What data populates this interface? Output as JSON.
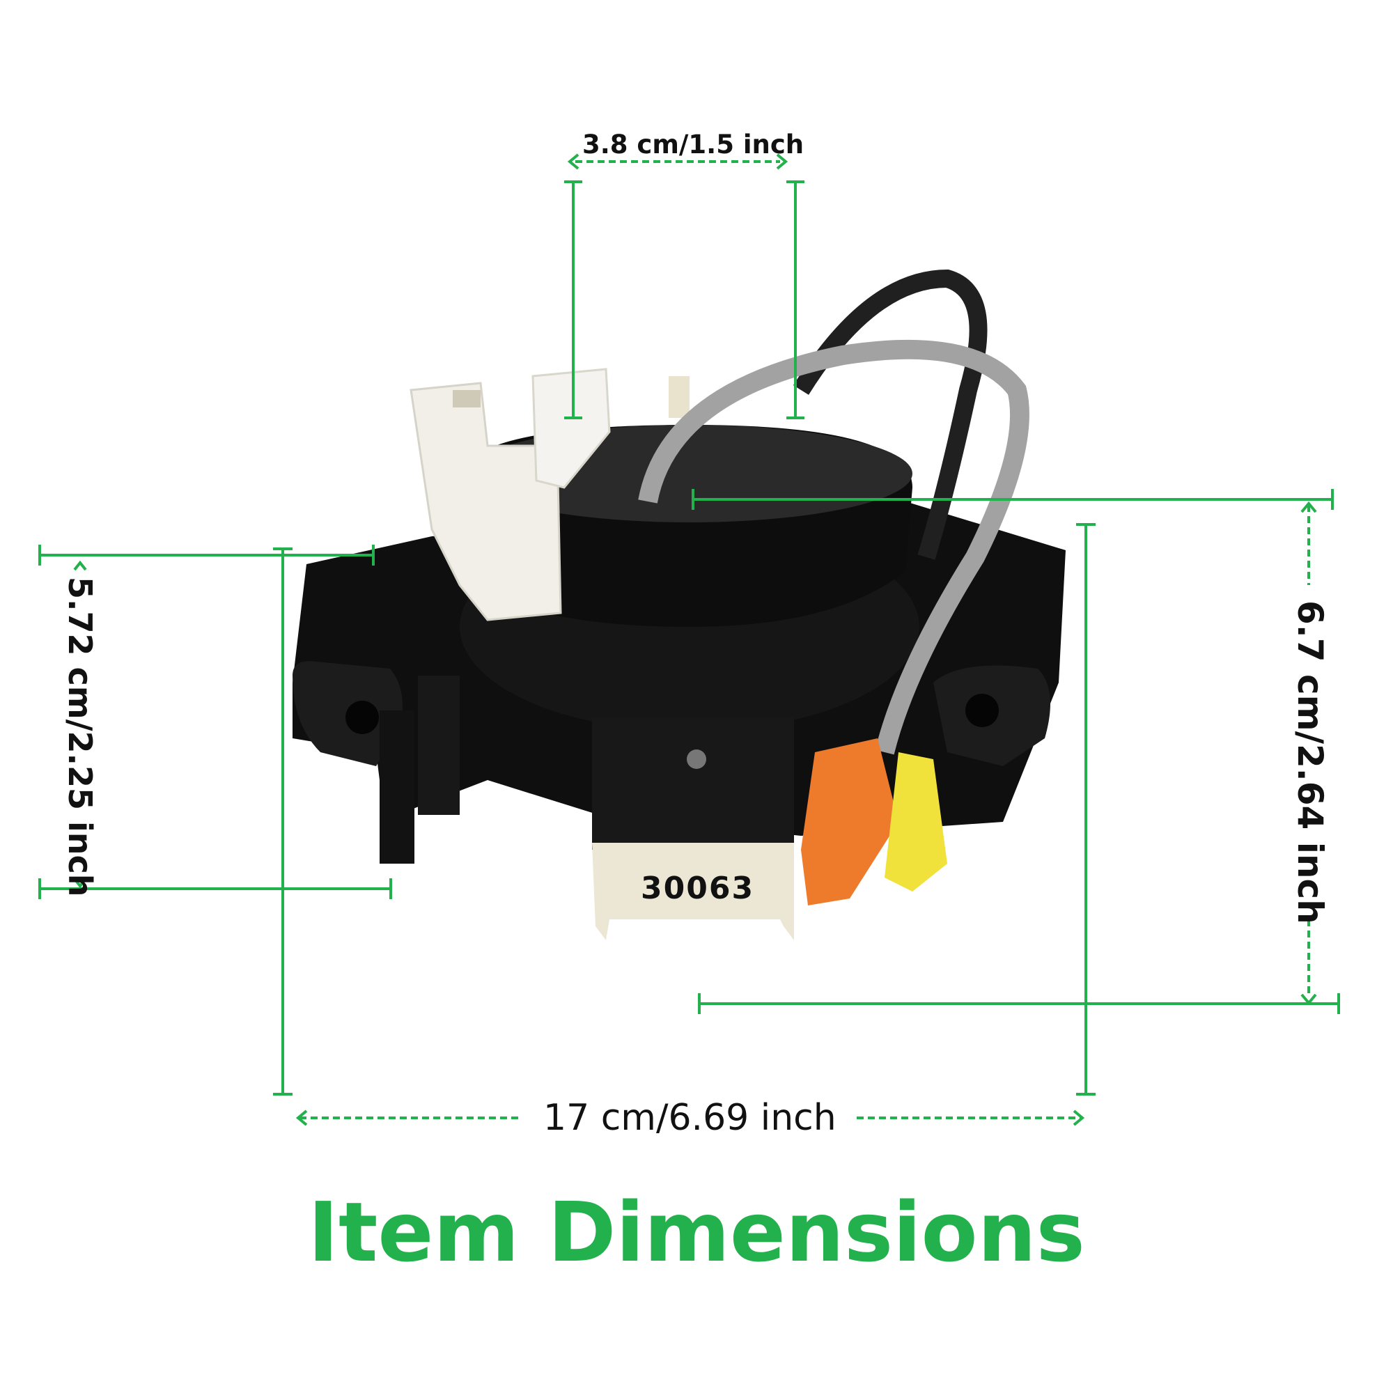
{
  "title": "Item Dimensions",
  "dimensions": {
    "top_width": "3.8 cm/1.5 inch",
    "left_height": "5.72 cm/2.25 inch",
    "right_height": "6.7 cm/2.64 inch",
    "total_width": "17 cm/6.69 inch"
  },
  "product": {
    "label_code": "30063"
  },
  "colors": {
    "accent": "#22b14c",
    "body": "#111111"
  }
}
